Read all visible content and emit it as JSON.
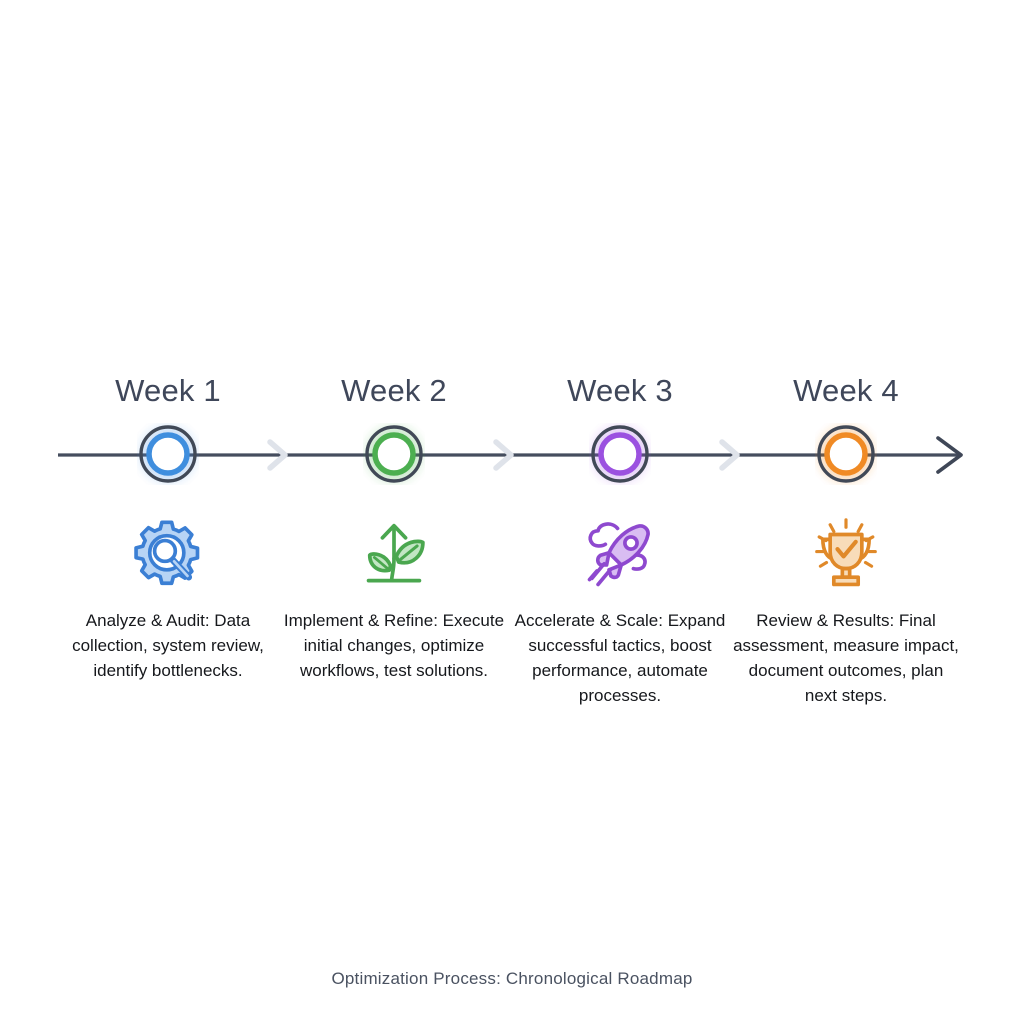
{
  "canvas": {
    "background": "#ffffff",
    "axis_color": "#454d5e",
    "chevron_color": "#dfe3ea"
  },
  "footer": {
    "caption": "Optimization Process: Chronological Roadmap"
  },
  "timeline": {
    "steps": [
      {
        "title": "Week 1",
        "description": "Analyze & Audit: Data collection, system review, identify bottlenecks.",
        "color": "#4a90e2",
        "icon": "gear-magnifier-icon",
        "icon_fill": "#b7d4f5",
        "icon_stroke": "#3b7fd4"
      },
      {
        "title": "Week 2",
        "description": "Implement & Refine: Execute initial changes, optimize workflows, test solutions.",
        "color": "#4caf50",
        "icon": "growing-plant-icon",
        "icon_fill": "#c2e6c4",
        "icon_stroke": "#4aa74f"
      },
      {
        "title": "Week 3",
        "description": "Accelerate & Scale: Expand successful tactics, boost performance, automate processes.",
        "color": "#9b51e0",
        "icon": "rocket-icon",
        "icon_fill": "#d9bdf2",
        "icon_stroke": "#8e49cf"
      },
      {
        "title": "Week 4",
        "description": "Review & Results: Final assessment, measure impact, document outcomes, plan next steps.",
        "color": "#f08a24",
        "icon": "trophy-check-icon",
        "icon_fill": "#f8dcb9",
        "icon_stroke": "#e08929"
      }
    ],
    "connectors": [
      {
        "name": "chevron-1-2"
      },
      {
        "name": "chevron-2-3"
      },
      {
        "name": "chevron-3-4"
      }
    ]
  }
}
